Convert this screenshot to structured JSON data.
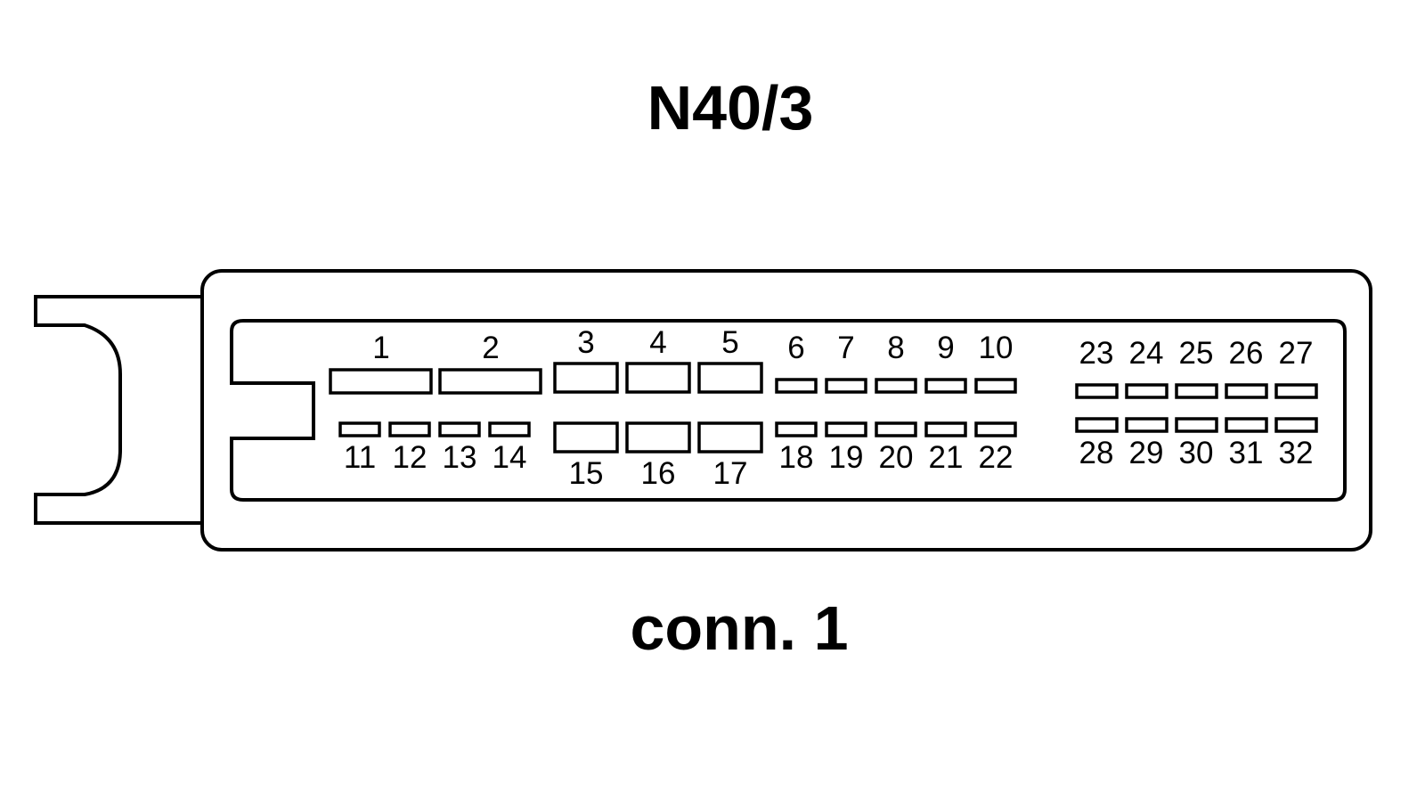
{
  "title": "N40/3",
  "caption": "conn. 1",
  "colors": {
    "line": "#000000",
    "background": "#ffffff"
  },
  "pins": [
    {
      "label": "1"
    },
    {
      "label": "2"
    },
    {
      "label": "3"
    },
    {
      "label": "4"
    },
    {
      "label": "5"
    },
    {
      "label": "6"
    },
    {
      "label": "7"
    },
    {
      "label": "8"
    },
    {
      "label": "9"
    },
    {
      "label": "10"
    },
    {
      "label": "11"
    },
    {
      "label": "12"
    },
    {
      "label": "13"
    },
    {
      "label": "14"
    },
    {
      "label": "15"
    },
    {
      "label": "16"
    },
    {
      "label": "17"
    },
    {
      "label": "18"
    },
    {
      "label": "19"
    },
    {
      "label": "20"
    },
    {
      "label": "21"
    },
    {
      "label": "22"
    },
    {
      "label": "23"
    },
    {
      "label": "24"
    },
    {
      "label": "25"
    },
    {
      "label": "26"
    },
    {
      "label": "27"
    },
    {
      "label": "28"
    },
    {
      "label": "29"
    },
    {
      "label": "30"
    },
    {
      "label": "31"
    },
    {
      "label": "32"
    }
  ]
}
